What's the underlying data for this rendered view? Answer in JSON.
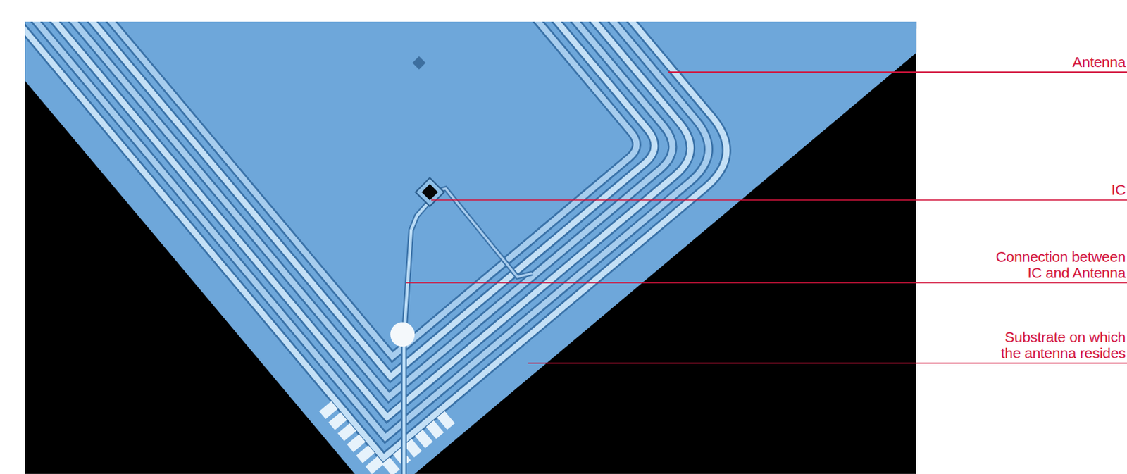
{
  "diagram": {
    "labels": [
      "Antenna",
      "IC",
      "Connection between IC and Antenna",
      "Substrate on which the antenna resides"
    ]
  }
}
